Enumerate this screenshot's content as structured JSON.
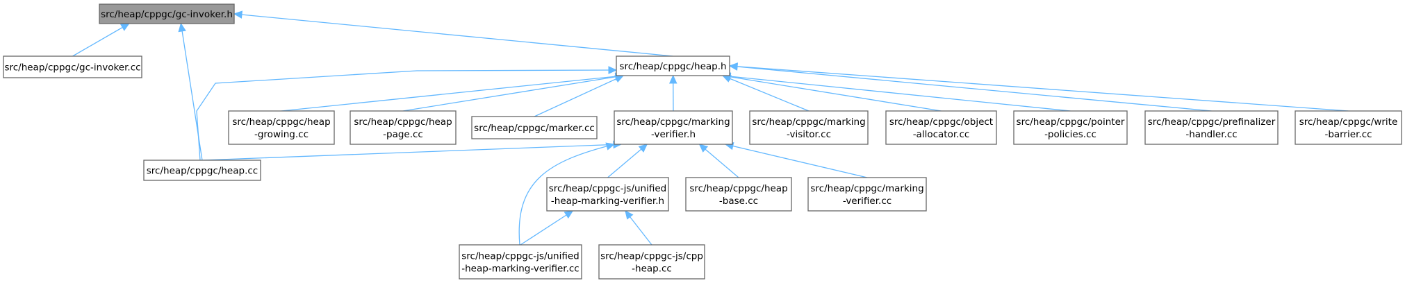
{
  "nodes": [
    {
      "id": "gc-invoker-h",
      "lines": [
        "src/heap/cppgc/gc-invoker.h"
      ],
      "root": true
    },
    {
      "id": "gc-invoker-cc",
      "lines": [
        "src/heap/cppgc/gc-invoker.cc"
      ]
    },
    {
      "id": "heap-h",
      "lines": [
        "src/heap/cppgc/heap.h"
      ]
    },
    {
      "id": "heap-growing-cc",
      "lines": [
        "src/heap/cppgc/heap",
        "-growing.cc"
      ]
    },
    {
      "id": "heap-page-cc",
      "lines": [
        "src/heap/cppgc/heap",
        "-page.cc"
      ]
    },
    {
      "id": "marker-cc",
      "lines": [
        "src/heap/cppgc/marker.cc"
      ]
    },
    {
      "id": "marking-verifier-h",
      "lines": [
        "src/heap/cppgc/marking",
        "-verifier.h"
      ]
    },
    {
      "id": "marking-visitor-cc",
      "lines": [
        "src/heap/cppgc/marking",
        "-visitor.cc"
      ]
    },
    {
      "id": "object-allocator-cc",
      "lines": [
        "src/heap/cppgc/object",
        "-allocator.cc"
      ]
    },
    {
      "id": "pointer-policies-cc",
      "lines": [
        "src/heap/cppgc/pointer",
        "-policies.cc"
      ]
    },
    {
      "id": "prefinalizer-handler-cc",
      "lines": [
        "src/heap/cppgc/prefinalizer",
        "-handler.cc"
      ]
    },
    {
      "id": "write-barrier-cc",
      "lines": [
        "src/heap/cppgc/write",
        "-barrier.cc"
      ]
    },
    {
      "id": "heap-cc",
      "lines": [
        "src/heap/cppgc/heap.cc"
      ]
    },
    {
      "id": "unified-verifier-h",
      "lines": [
        "src/heap/cppgc-js/unified",
        "-heap-marking-verifier.h"
      ]
    },
    {
      "id": "heap-base-cc",
      "lines": [
        "src/heap/cppgc/heap",
        "-base.cc"
      ]
    },
    {
      "id": "marking-verifier-cc",
      "lines": [
        "src/heap/cppgc/marking",
        "-verifier.cc"
      ]
    },
    {
      "id": "unified-verifier-cc",
      "lines": [
        "src/heap/cppgc-js/unified",
        "-heap-marking-verifier.cc"
      ]
    },
    {
      "id": "cpp-heap-cc",
      "lines": [
        "src/heap/cppgc-js/cpp",
        "-heap.cc"
      ]
    }
  ],
  "edges": [
    {
      "from": "gc-invoker-cc",
      "to": "gc-invoker-h"
    },
    {
      "from": "heap-cc",
      "to": "gc-invoker-h"
    },
    {
      "from": "heap-h",
      "to": "gc-invoker-h"
    },
    {
      "from": "heap-cc",
      "to": "heap-h"
    },
    {
      "from": "heap-growing-cc",
      "to": "heap-h"
    },
    {
      "from": "heap-page-cc",
      "to": "heap-h"
    },
    {
      "from": "marker-cc",
      "to": "heap-h"
    },
    {
      "from": "marking-verifier-h",
      "to": "heap-h"
    },
    {
      "from": "marking-visitor-cc",
      "to": "heap-h"
    },
    {
      "from": "object-allocator-cc",
      "to": "heap-h"
    },
    {
      "from": "pointer-policies-cc",
      "to": "heap-h"
    },
    {
      "from": "prefinalizer-handler-cc",
      "to": "heap-h"
    },
    {
      "from": "write-barrier-cc",
      "to": "heap-h"
    },
    {
      "from": "heap-cc",
      "to": "marking-verifier-h"
    },
    {
      "from": "unified-verifier-h",
      "to": "marking-verifier-h"
    },
    {
      "from": "heap-base-cc",
      "to": "marking-verifier-h"
    },
    {
      "from": "marking-verifier-cc",
      "to": "marking-verifier-h"
    },
    {
      "from": "unified-verifier-cc",
      "to": "marking-verifier-h"
    },
    {
      "from": "unified-verifier-cc",
      "to": "unified-verifier-h"
    },
    {
      "from": "cpp-heap-cc",
      "to": "unified-verifier-h"
    }
  ],
  "colors": {
    "edge": "#63b8ff",
    "border": "#666666",
    "root_fill": "#999999",
    "node_fill": "#ffffff"
  }
}
